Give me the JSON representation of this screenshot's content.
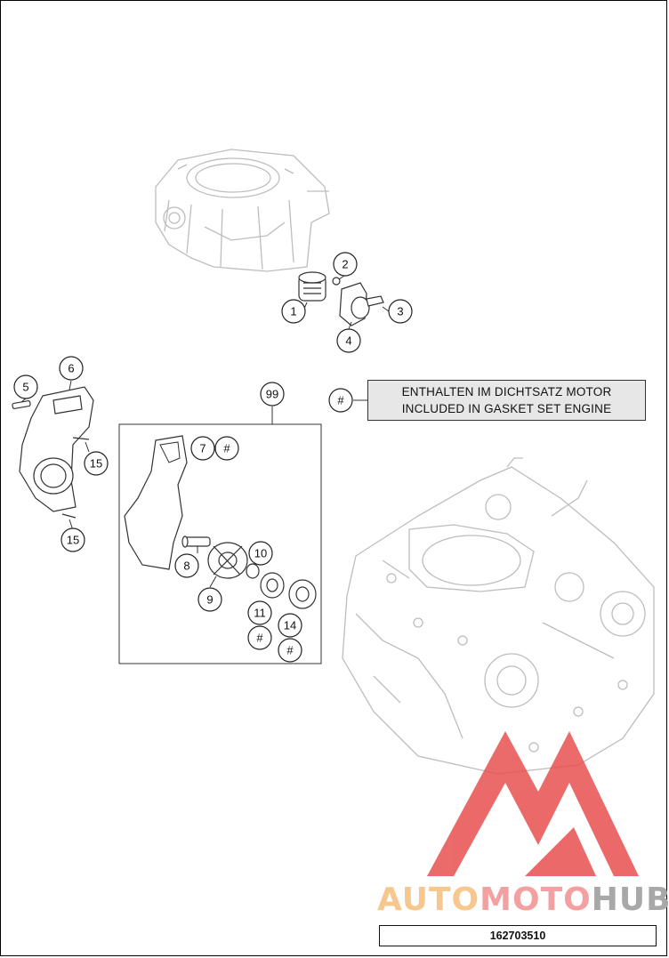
{
  "callouts": [
    {
      "label": "1"
    },
    {
      "label": "2"
    },
    {
      "label": "3"
    },
    {
      "label": "4"
    },
    {
      "label": "5"
    },
    {
      "label": "6"
    },
    {
      "label": "7"
    },
    {
      "label": "#"
    },
    {
      "label": "8"
    },
    {
      "label": "9"
    },
    {
      "label": "10"
    },
    {
      "label": "11"
    },
    {
      "label": "#"
    },
    {
      "label": "14"
    },
    {
      "label": "#"
    },
    {
      "label": "15"
    },
    {
      "label": "15"
    },
    {
      "label": "99"
    },
    {
      "label": "#"
    }
  ],
  "note": {
    "line1": "ENTHALTEN IM DICHTSATZ MOTOR",
    "line2": "INCLUDED IN GASKET SET ENGINE"
  },
  "watermark": {
    "part1": "AUTO",
    "part2": "MOTO",
    "part3": "HUB"
  },
  "diagram_number": "162703510",
  "colors": {
    "watermark_red": "#e85050",
    "watermark_orange": "#f6c890",
    "watermark_gray": "#a8a8a8",
    "note_bg": "#e7e7e7"
  }
}
